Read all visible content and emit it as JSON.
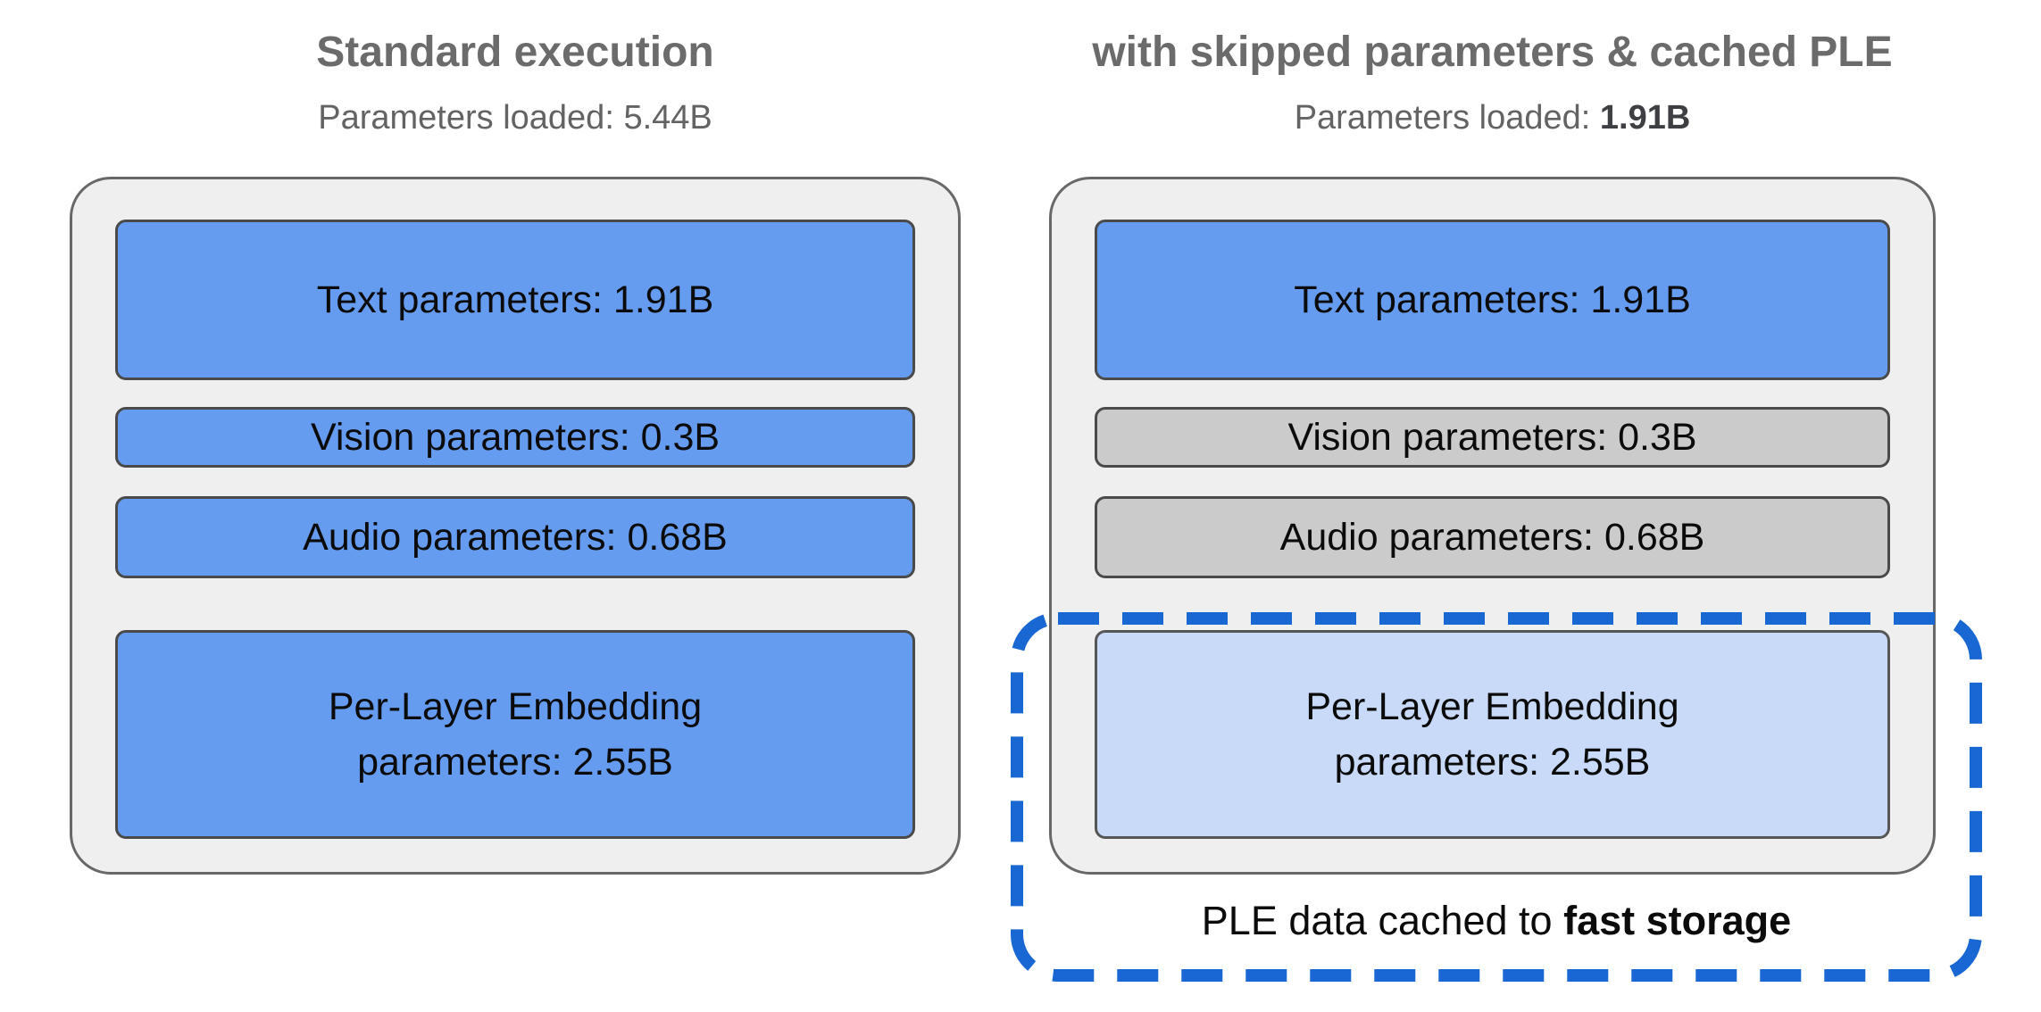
{
  "left_panel": {
    "title": "Standard execution",
    "params_loaded_label": "Parameters loaded: ",
    "params_loaded_value": "5.44B",
    "boxes": {
      "text": "Text parameters: 1.91B",
      "vision": "Vision parameters: 0.3B",
      "audio": "Audio parameters: 0.68B",
      "ple_line1": "Per-Layer Embedding",
      "ple_line2": "parameters: 2.55B"
    }
  },
  "right_panel": {
    "title": "with skipped parameters & cached PLE",
    "params_loaded_label": "Parameters loaded: ",
    "params_loaded_value": "1.91B",
    "boxes": {
      "text": "Text parameters: 1.91B",
      "vision": "Vision parameters: 0.3B",
      "audio": "Audio parameters: 0.68B",
      "ple_line1": "Per-Layer Embedding",
      "ple_line2": "parameters: 2.55B"
    },
    "cache_note_prefix": "PLE data cached to ",
    "cache_note_bold": "fast storage"
  },
  "colors": {
    "active-blue": "#669CEF",
    "cached-light-blue": "#C9DAF8",
    "skipped-gray": "#CBCBCB",
    "dash-blue": "#1967D2",
    "panel-gray": "#EFEFEF"
  }
}
